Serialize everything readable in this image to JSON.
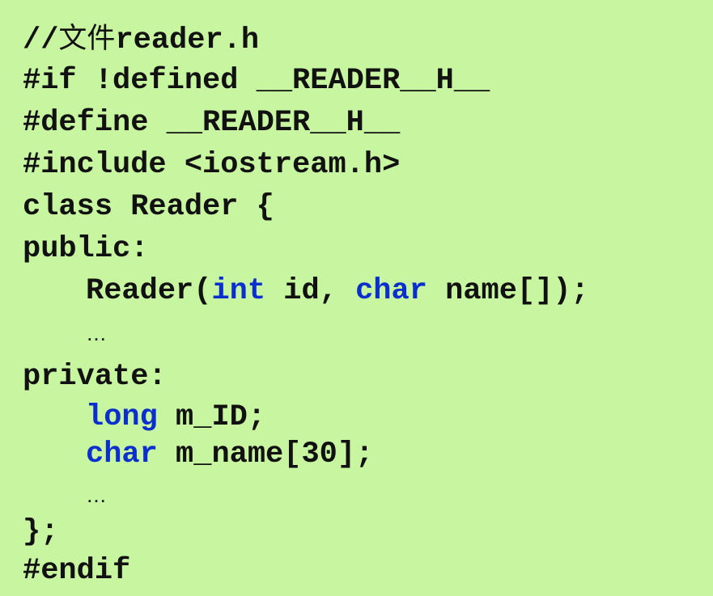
{
  "code": {
    "line1": {
      "prefix": "//",
      "cjk": "文件",
      "rest": "reader.h"
    },
    "line2": "#if !defined __READER__H__",
    "line3": "#define __READER__H__",
    "line4": "#include <iostream.h>",
    "line5": "class Reader {",
    "line6": "public:",
    "line7": {
      "a": "Reader(",
      "kw1": "int",
      "b": " id, ",
      "kw2": "char",
      "c": " name[]);"
    },
    "line8": "…",
    "line9": "private:",
    "line10": {
      "kw": "long",
      "rest": " m_ID;"
    },
    "line11": {
      "kw": "char",
      "rest": " m_name[30];"
    },
    "line12": "…",
    "line13": "};",
    "line14": "#endif"
  },
  "colors": {
    "background": "#c8f5a0",
    "text": "#111111",
    "keyword": "#0b2fcf"
  }
}
